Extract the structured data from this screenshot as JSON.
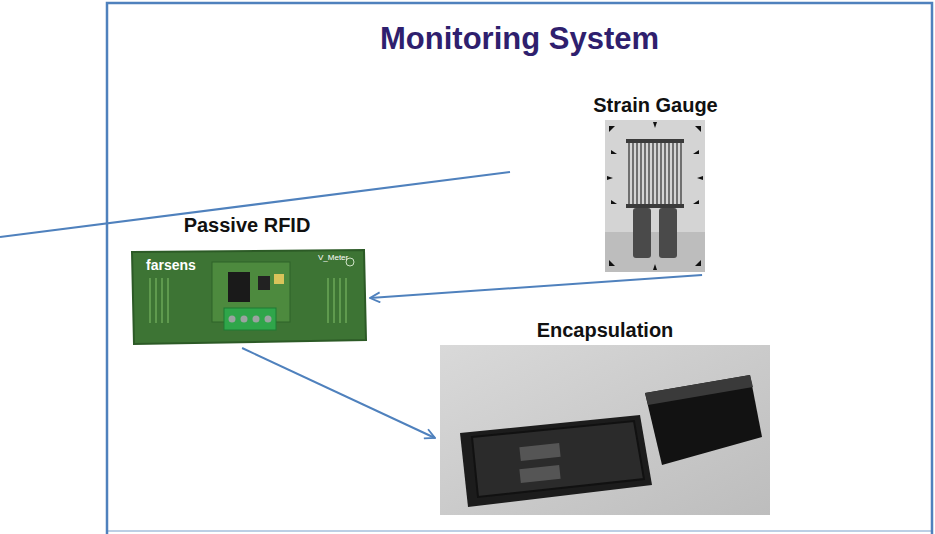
{
  "diagram": {
    "title": "Monitoring System",
    "nodes": [
      {
        "text": [
          "Strain Gauge"
        ]
      },
      {
        "text": [
          "Passive RFID"
        ]
      },
      {
        "text": [
          "Encapsulation"
        ]
      }
    ],
    "edges": [
      {
        "from": 0,
        "to": 1,
        "arrow": "to"
      },
      {
        "from": 1,
        "to": 2,
        "arrow": "to"
      }
    ],
    "labels": [
      "farsens",
      "V_Meter"
    ]
  }
}
